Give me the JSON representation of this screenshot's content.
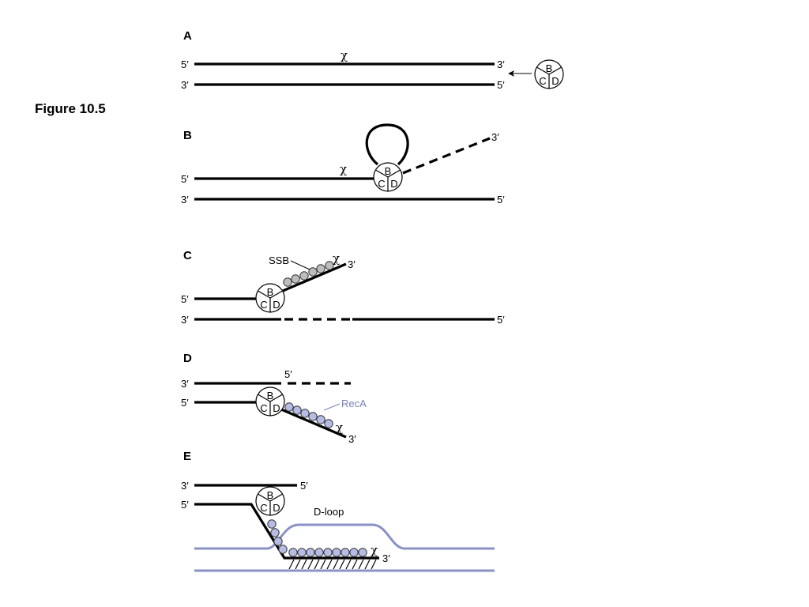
{
  "figure_label": "Figure 10.5",
  "labels": {
    "five_prime": "5′",
    "three_prime": "3′",
    "chi": "χ",
    "ssb": "SSB",
    "reca": "RecA",
    "dloop": "D-loop"
  },
  "enzyme": {
    "b": "B",
    "c": "C",
    "d": "D"
  },
  "panels": [
    {
      "id": "A"
    },
    {
      "id": "B"
    },
    {
      "id": "C"
    },
    {
      "id": "D"
    },
    {
      "id": "E"
    }
  ],
  "colors": {
    "strand": "#000000",
    "recipient_dna": "#8a92c6",
    "reca": "#b6bce4",
    "ssb": "#bdbdbd",
    "reca_label": "#7b82b8"
  }
}
